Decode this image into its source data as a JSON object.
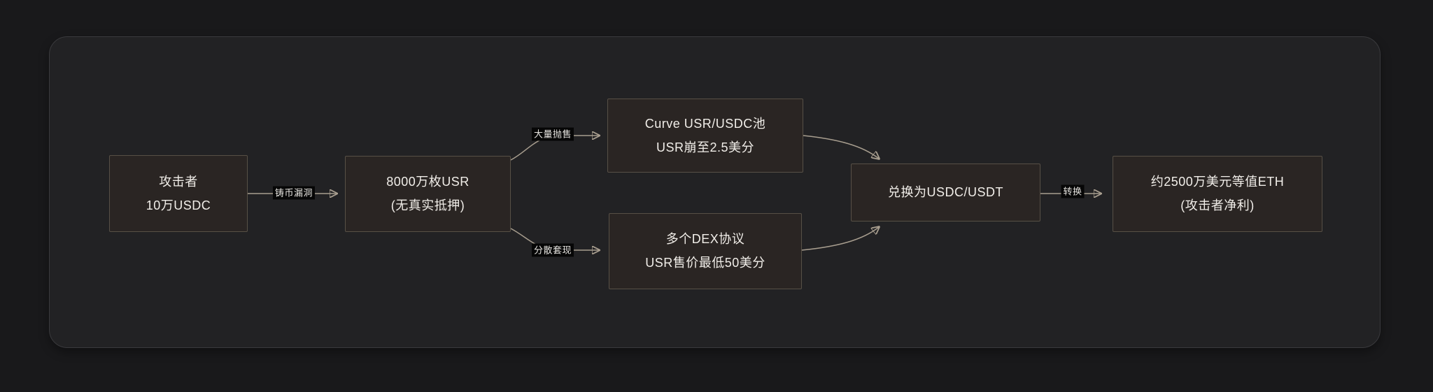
{
  "diagram": {
    "type": "flowchart",
    "direction": "left-to-right",
    "nodes": [
      {
        "id": "attacker",
        "lines": [
          "攻击者",
          "10万USDC"
        ]
      },
      {
        "id": "minted-usr",
        "lines": [
          "8000万枚USR",
          "(无真实抵押)"
        ]
      },
      {
        "id": "curve-pool",
        "lines": [
          "Curve USR/USDC池",
          "USR崩至2.5美分"
        ]
      },
      {
        "id": "dex-protocols",
        "lines": [
          "多个DEX协议",
          "USR售价最低50美分"
        ]
      },
      {
        "id": "swap-stables",
        "lines": [
          "兑换为USDC/USDT"
        ]
      },
      {
        "id": "eth-profit",
        "lines": [
          "约2500万美元等值ETH",
          "(攻击者净利)"
        ]
      }
    ],
    "edges": [
      {
        "from": "attacker",
        "to": "minted-usr",
        "label": "铸币漏洞"
      },
      {
        "from": "minted-usr",
        "to": "curve-pool",
        "label": "大量抛售"
      },
      {
        "from": "minted-usr",
        "to": "dex-protocols",
        "label": "分散套现"
      },
      {
        "from": "curve-pool",
        "to": "swap-stables",
        "label": ""
      },
      {
        "from": "dex-protocols",
        "to": "swap-stables",
        "label": ""
      },
      {
        "from": "swap-stables",
        "to": "eth-profit",
        "label": "转换"
      }
    ],
    "colors": {
      "background": "#19191b",
      "panel_background": "#222224",
      "panel_border": "#3a3a3d",
      "node_fill": "#2a2523",
      "node_border": "#575046",
      "node_text": "#f1eee9",
      "edge_line": "#a89e8f",
      "arrowhead": "#8f897f",
      "edge_label_bg": "#060606",
      "edge_label_text": "#e5e3df"
    }
  }
}
